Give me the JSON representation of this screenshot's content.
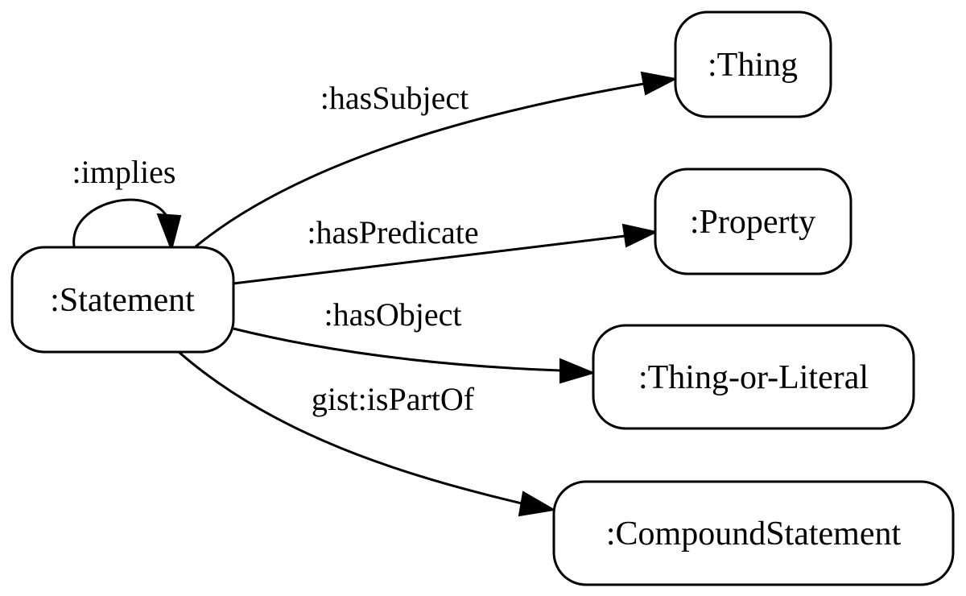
{
  "nodes": {
    "statement": ":Statement",
    "thing": ":Thing",
    "property": ":Property",
    "thing_or_literal": ":Thing-or-Literal",
    "compound_statement": ":CompoundStatement"
  },
  "edges": {
    "implies": ":implies",
    "has_subject": ":hasSubject",
    "has_predicate": ":hasPredicate",
    "has_object": ":hasObject",
    "is_part_of": "gist:isPartOf"
  }
}
